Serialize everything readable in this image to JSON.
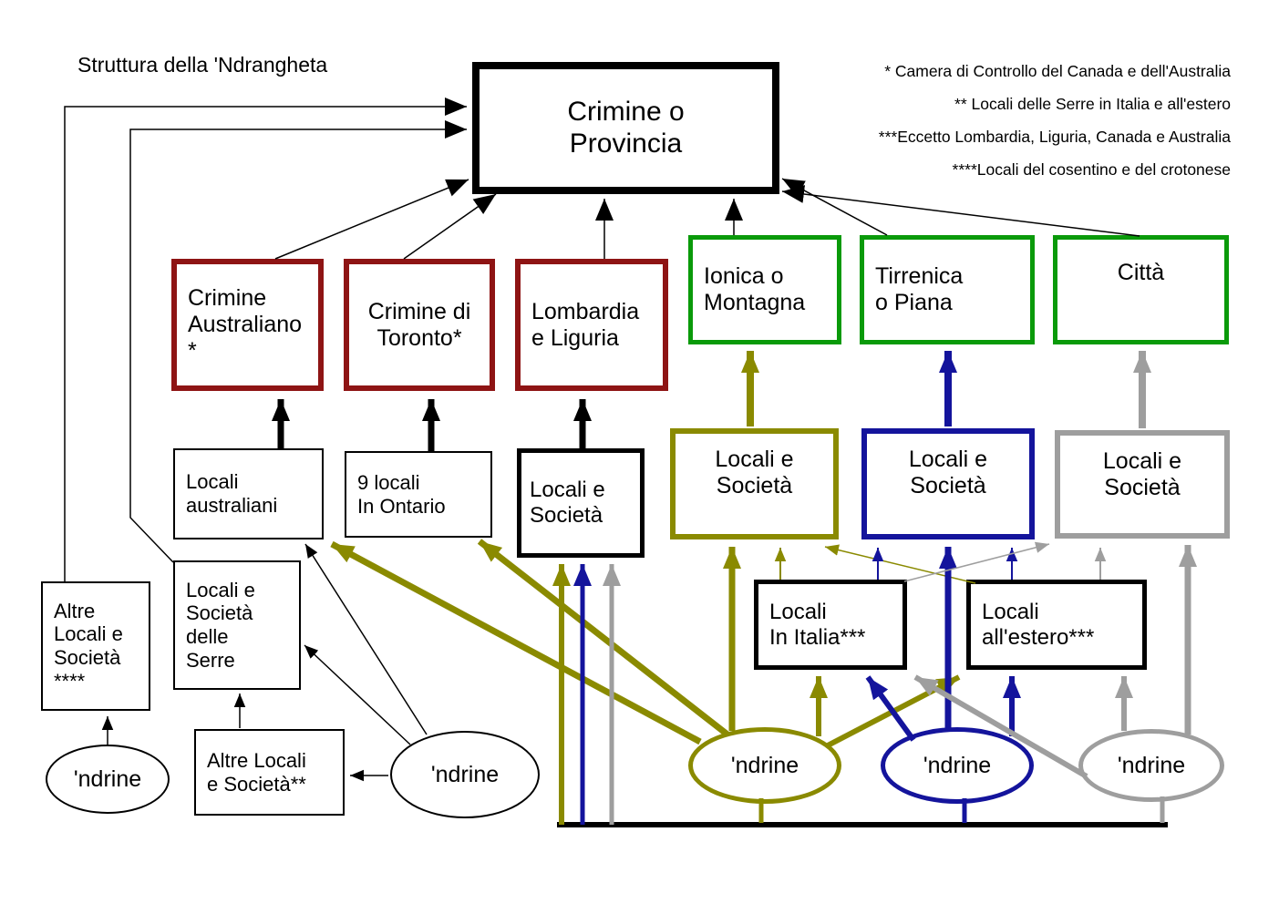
{
  "title": "Struttura della 'Ndrangheta",
  "legend": {
    "items": [
      "* Camera di Controllo del Canada e dell'Australia",
      "** Locali delle Serre in Italia e all'estero",
      "***Eccetto Lombardia, Liguria, Canada e Australia",
      "****Locali del cosentino e del crotonese"
    ]
  },
  "colors": {
    "line_black": "#000000",
    "accent_darkred": "#8e1414",
    "accent_green": "#0a9a0a",
    "accent_olive": "#8a8a00",
    "accent_navy": "#14149c",
    "accent_gray": "#9e9e9e"
  },
  "nodes": {
    "crimine_provincia": {
      "label": [
        "Crimine o",
        "Provincia"
      ]
    },
    "crimine_australiano": {
      "label": [
        "Crimine",
        "Australiano",
        "*"
      ]
    },
    "crimine_toronto": {
      "label": [
        "Crimine  di",
        "Toronto*"
      ]
    },
    "lombardia_liguria": {
      "label": [
        "Lombardia",
        "e Liguria"
      ]
    },
    "ionica_montagna": {
      "label": [
        "Ionica o",
        "Montagna"
      ]
    },
    "tirrenica_piana": {
      "label": [
        "Tirrenica",
        "o Piana"
      ]
    },
    "citta": {
      "label": "Città"
    },
    "locali_australiani": {
      "label": [
        "Locali",
        "australiani"
      ]
    },
    "locali_ontario": {
      "label": [
        "9 locali",
        "In Ontario"
      ]
    },
    "locali_societa_lombardia": {
      "label": [
        "Locali e",
        "Società"
      ]
    },
    "locali_societa_ionica": {
      "label": [
        "Locali e",
        "Società"
      ]
    },
    "locali_societa_tirrenica": {
      "label": [
        "Locali e",
        "Società"
      ]
    },
    "locali_societa_citta": {
      "label": [
        "Locali e",
        "Società"
      ]
    },
    "altre_locali_societa_4ast": {
      "label": [
        "Altre",
        "Locali e",
        "Società",
        "****"
      ]
    },
    "locali_societa_serre": {
      "label": [
        "Locali e",
        "Società",
        "delle",
        "Serre"
      ]
    },
    "altre_locali_societa_2ast": {
      "label": [
        "Altre Locali",
        "e Società**"
      ]
    },
    "locali_in_italia": {
      "label": [
        "Locali",
        "In Italia***"
      ]
    },
    "locali_estero": {
      "label": [
        "Locali",
        "all'estero***"
      ]
    },
    "ndrine_left": {
      "label": "'ndrine"
    },
    "ndrine_center": {
      "label": "'ndrine"
    },
    "ndrine_ionica": {
      "label": "'ndrine"
    },
    "ndrine_tirrenica": {
      "label": "'ndrine"
    },
    "ndrine_citta": {
      "label": "'ndrine"
    }
  }
}
